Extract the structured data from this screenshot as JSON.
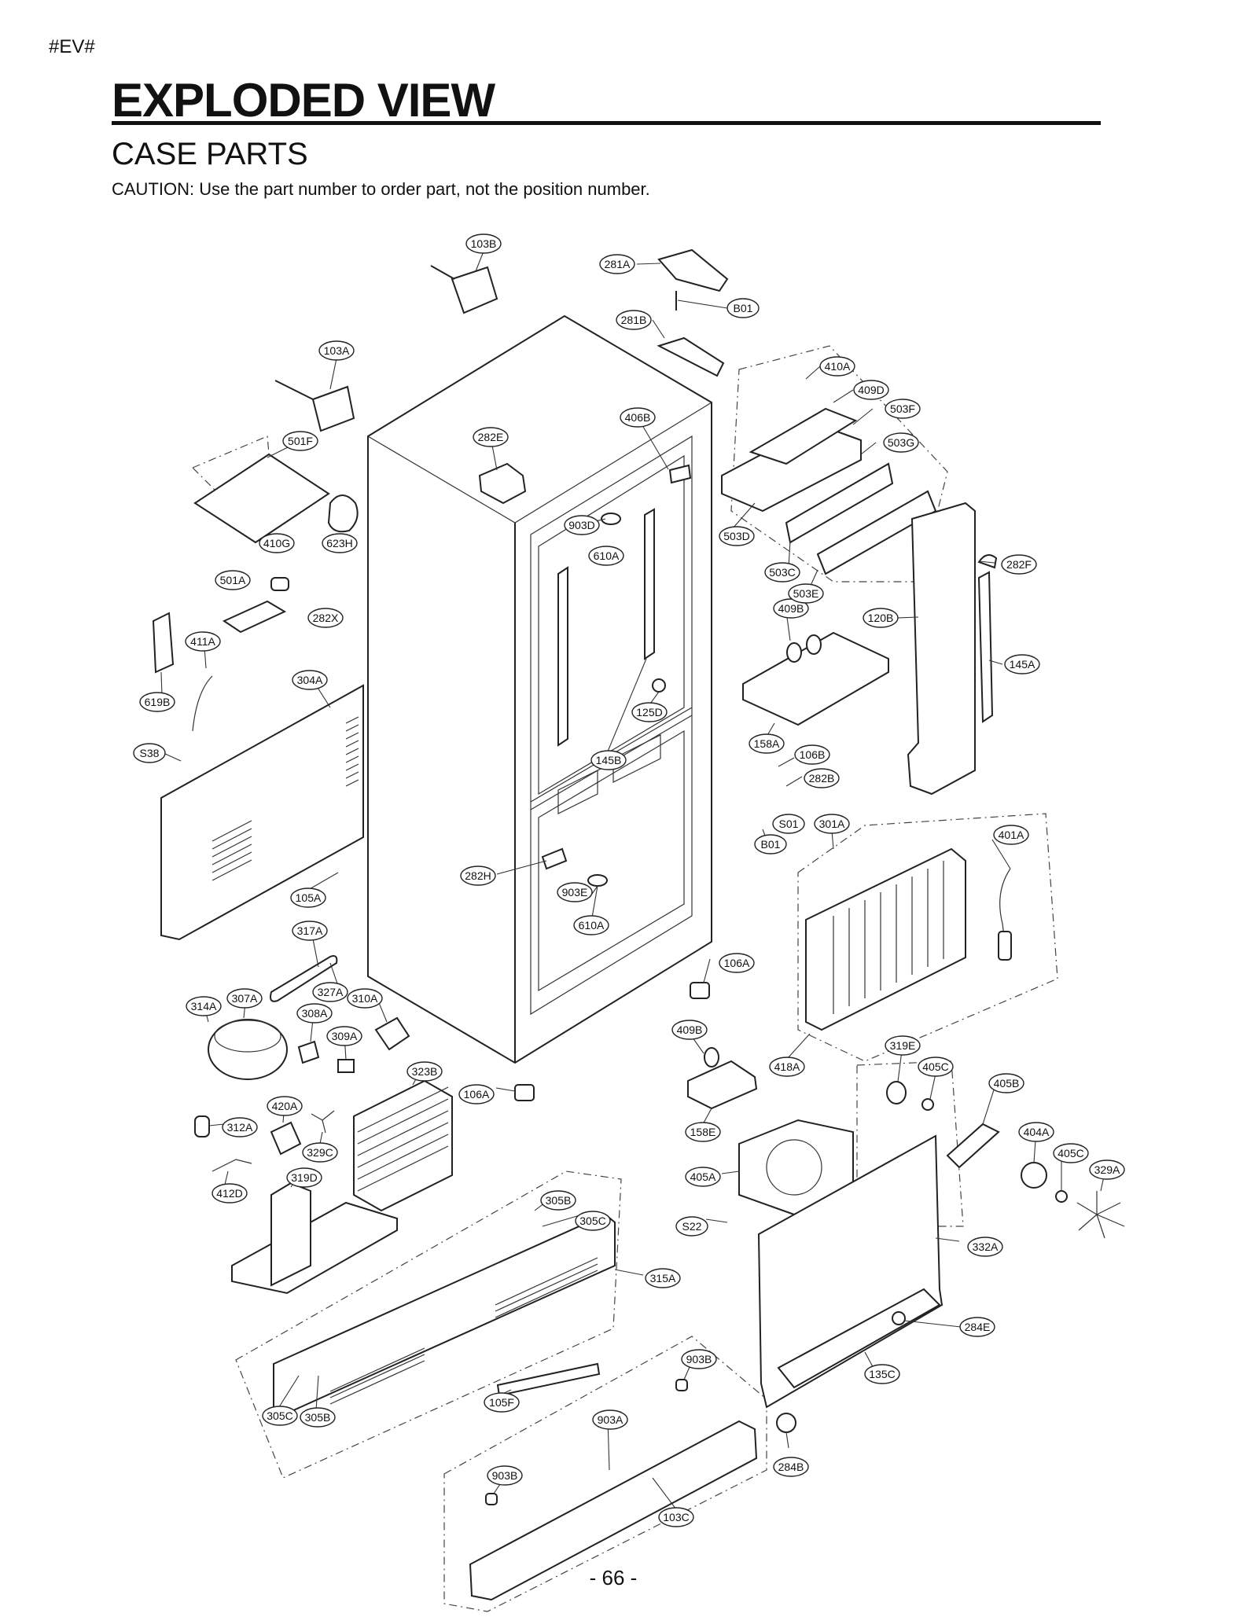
{
  "header": {
    "tag": "#EV#",
    "title": "EXPLODED VIEW",
    "subtitle": "CASE PARTS",
    "caution": "CAUTION: Use the part number to order part, not the position number."
  },
  "footer": {
    "page": "- 66 -"
  },
  "callouts": [
    "103B",
    "281A",
    "B01",
    "281B",
    "103A",
    "410A",
    "409D",
    "503F",
    "406B",
    "282E",
    "503G",
    "501F",
    "903D",
    "503D",
    "410G",
    "623H",
    "610A",
    "503C",
    "282F",
    "501A",
    "409B",
    "282X",
    "503E",
    "120B",
    "411A",
    "145A",
    "619B",
    "304A",
    "125D",
    "158A",
    "106B",
    "S38",
    "145B",
    "282B",
    "S01",
    "301A",
    "401A",
    "B01",
    "282H",
    "903E",
    "105A",
    "610A",
    "317A",
    "106A",
    "327A",
    "310A",
    "307A",
    "314A",
    "308A",
    "409B",
    "309A",
    "418A",
    "319E",
    "405C",
    "323B",
    "405B",
    "106A",
    "420A",
    "312A",
    "158E",
    "404A",
    "329C",
    "405A",
    "405C",
    "329A",
    "319D",
    "412D",
    "305B",
    "305C",
    "S22",
    "332A",
    "315A",
    "284E",
    "903B",
    "105F",
    "135C",
    "305C",
    "305B",
    "903A",
    "284B",
    "903B",
    "103C"
  ]
}
